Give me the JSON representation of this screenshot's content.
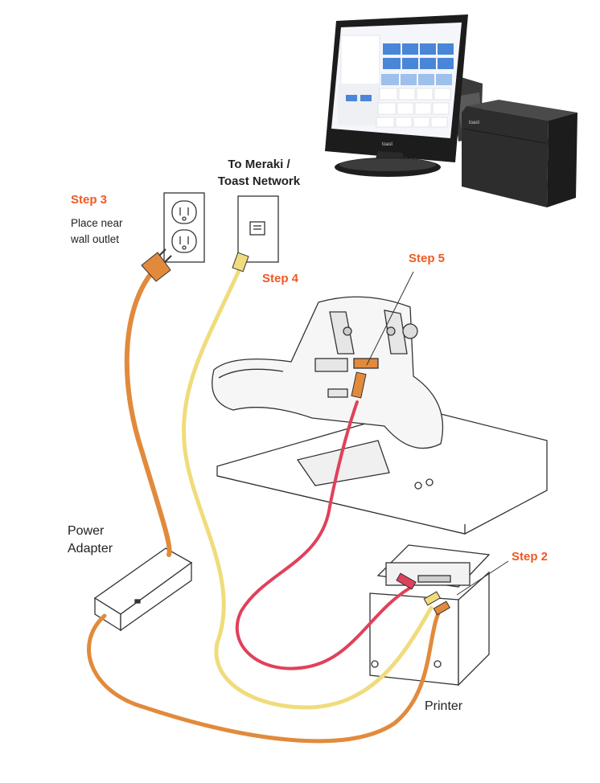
{
  "labels": {
    "step3": "Step 3",
    "step3_note_line1": "Place near",
    "step3_note_line2": "wall outlet",
    "network_line1": "To Meraki /",
    "network_line2": "Toast Network",
    "step4": "Step 4",
    "step5": "Step 5",
    "step2": "Step 2",
    "power_adapter_line1": "Power",
    "power_adapter_line2": "Adapter",
    "printer": "Printer",
    "terminal_logo": "toast",
    "printer_logo": "toast"
  },
  "colors": {
    "step_accent": "#ee5a24",
    "power_cable": "#e28a3c",
    "ethernet_cable": "#f0dc7c",
    "usb_cable": "#e0415a",
    "terminal_ui_blue": "#4a86d8"
  }
}
